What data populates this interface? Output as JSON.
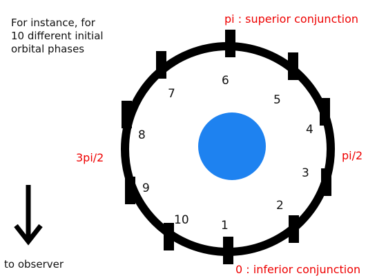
{
  "intro_text": "For instance, for\n10 different initial\norbital phases",
  "labels": {
    "top": "pi : superior conjunction",
    "right": "pi/2",
    "left": "3pi/2",
    "bottom": "0 : inferior conjunction"
  },
  "phase_numbers": [
    "1",
    "2",
    "3",
    "4",
    "5",
    "6",
    "7",
    "8",
    "9",
    "10"
  ],
  "observer_label": "to observer",
  "colors": {
    "orbit": "#000000",
    "star": "#1e82f0",
    "labels": "#ee0000",
    "text": "#111111"
  }
}
